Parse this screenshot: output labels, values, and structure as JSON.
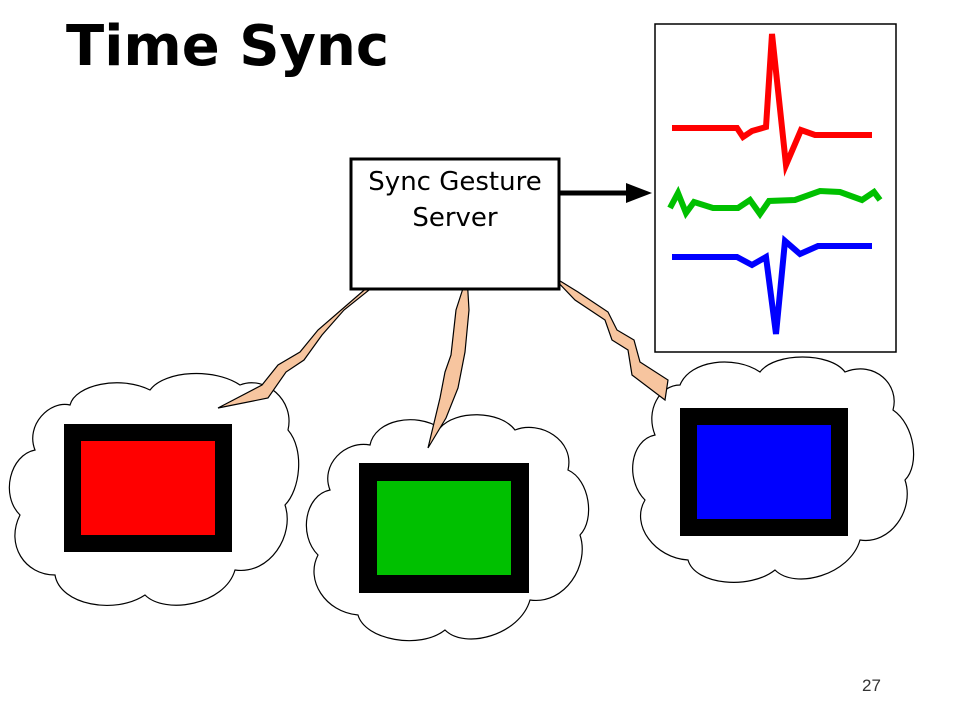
{
  "slide": {
    "title": "Time Sync",
    "page_number": "27"
  },
  "server": {
    "label_line1": "Sync Gesture",
    "label_line2": "Server"
  },
  "colors": {
    "red": "#ff0000",
    "green": "#00c000",
    "blue": "#0000ff",
    "bolt": "#f7c59f",
    "outline": "#000000"
  },
  "devices": [
    {
      "name": "red-device",
      "screen_color": "#ff0000"
    },
    {
      "name": "green-device",
      "screen_color": "#00c000"
    },
    {
      "name": "blue-device",
      "screen_color": "#0000ff"
    }
  ],
  "signals": [
    {
      "name": "red-signal",
      "color": "#ff0000"
    },
    {
      "name": "green-signal",
      "color": "#00c000"
    },
    {
      "name": "blue-signal",
      "color": "#0000ff"
    }
  ]
}
